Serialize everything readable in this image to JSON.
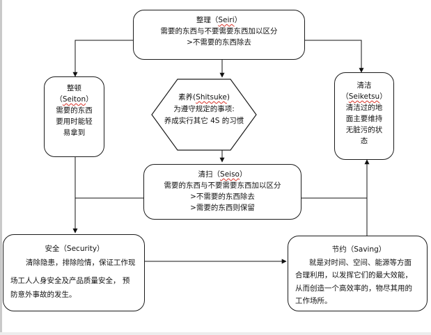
{
  "seiri": {
    "title_prefix": "整理（",
    "title_word": "Seiri",
    "title_suffix": "）",
    "line1": "需要的东西与不要需要东西加以区分",
    "line2": ">不需要的东西除去"
  },
  "seiton": {
    "title": "整顿",
    "sub_prefix": "（",
    "sub_word": "Seiton",
    "sub_suffix": "）",
    "lines": [
      "需要的东西",
      "要用时能轻",
      "易拿到"
    ]
  },
  "shitsuke": {
    "title_prefix": "素养(",
    "title_word": "Shitsuke",
    "title_suffix": ")",
    "line1": "为遵守规定的事项:",
    "line2": "养成实行其它 4S 的习惯"
  },
  "seiketsu": {
    "title": "清洁",
    "sub_prefix": "（",
    "sub_word": "Seiketsu",
    "sub_suffix": "）",
    "lines": [
      "清洁过的地",
      "面主要维持",
      "无脏污的状",
      "态"
    ]
  },
  "seiso": {
    "title_prefix": "清扫（",
    "title_word": "Seiso",
    "title_suffix": "）",
    "line1": "需要的东西与不要需要东西加以区分",
    "line2": ">不需要的东西除去",
    "line3": ">需要的东西则保留"
  },
  "security": {
    "title": "安全（Security）",
    "line1": "清除隐患，排除险情，保证工作现",
    "line2": "场工人人身安全及产品质量安全， 预",
    "line3": "防意外事故的发生。"
  },
  "saving": {
    "title": "节约（Saving）",
    "line1": "就是对时间、空间、能源等方面",
    "line2": "合理利用，以发挥它们的最大效能，",
    "line3": "从而创造一个高效率的，物尽其用的",
    "line4": "工作场所。"
  }
}
